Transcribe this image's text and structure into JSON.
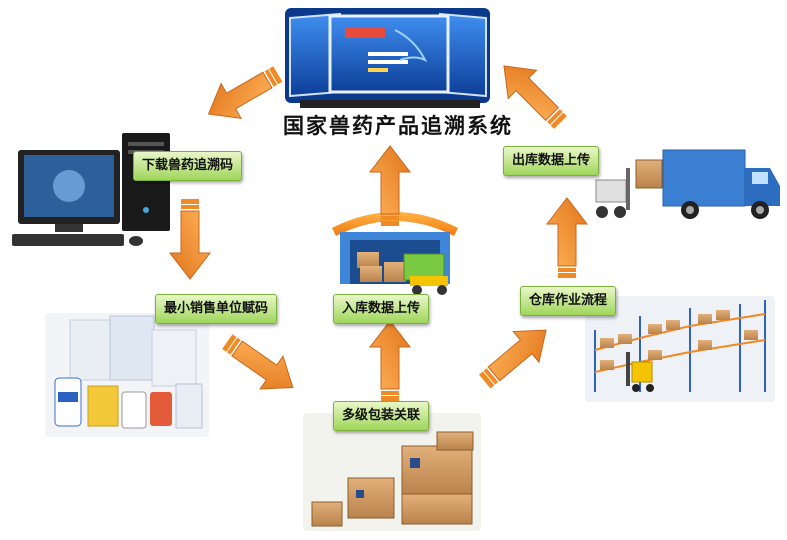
{
  "system_title": "国家兽药产品追溯系统",
  "steps": {
    "download_code": "下载兽药追溯码",
    "min_sale_unit": "最小销售单位赋码",
    "multi_level_package": "多级包装关联",
    "warehouse_in_upload": "入库数据上传",
    "warehouse_operation": "仓库作业流程",
    "warehouse_out_upload": "出库数据上传"
  },
  "colors": {
    "arrow": "#f08a24",
    "label_bg": "#b5e07a",
    "screen": "#1c5fbf"
  }
}
